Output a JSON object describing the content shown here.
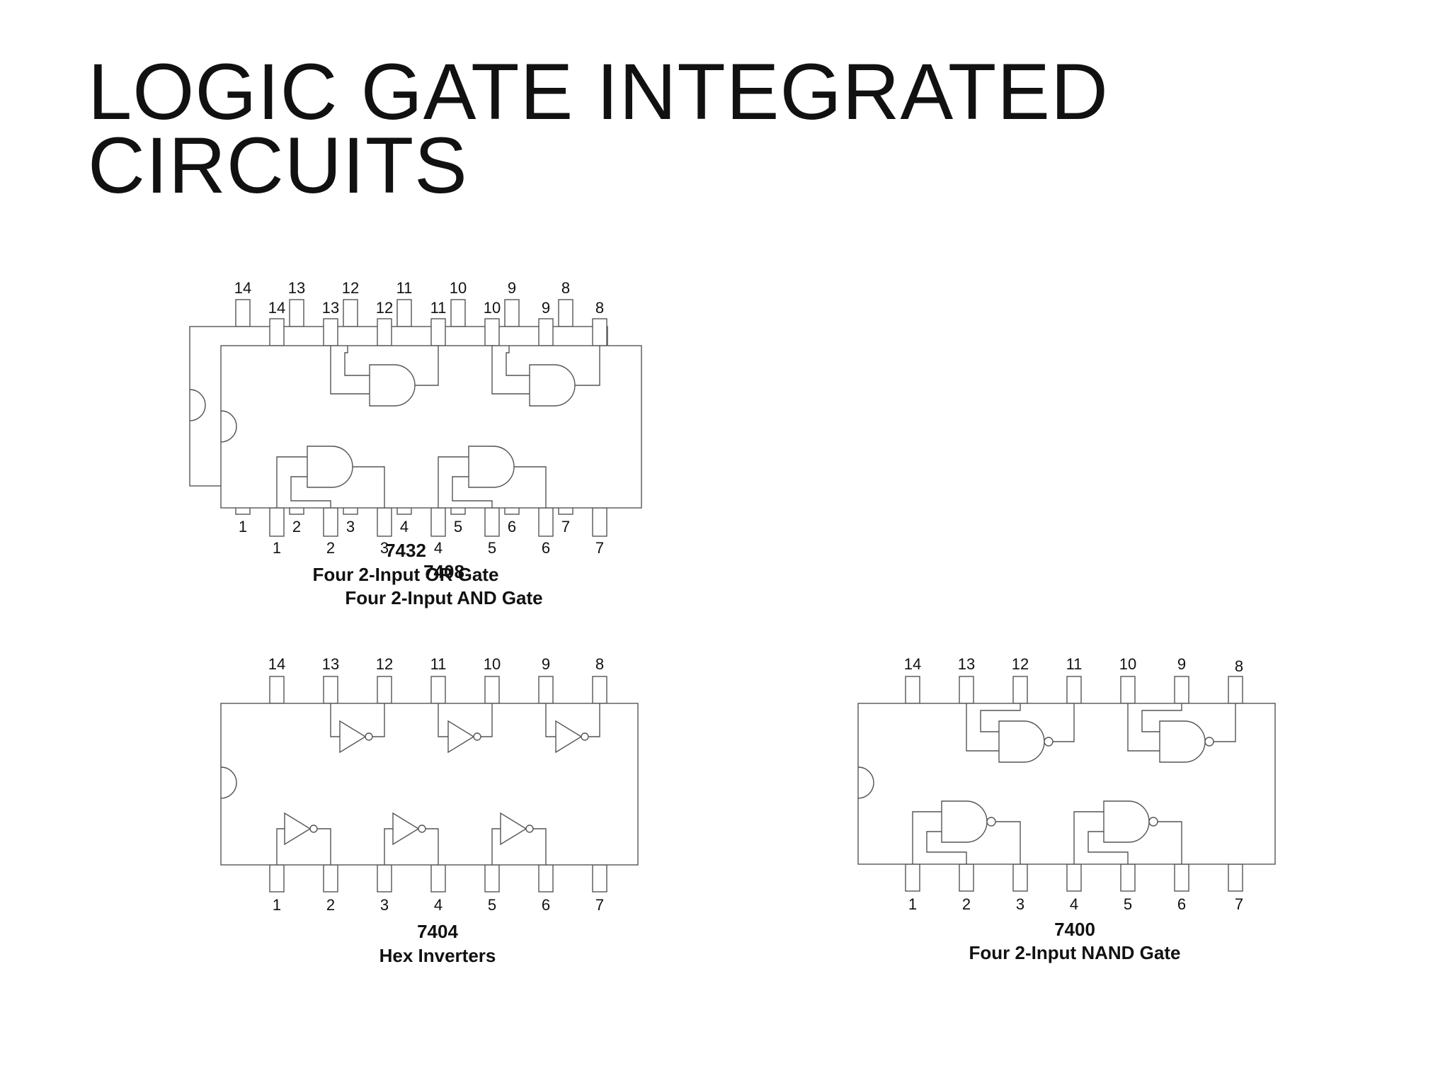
{
  "page": {
    "title_line1": "LOGIC GATE INTEGRATED",
    "title_line2": "CIRCUITS"
  },
  "colors": {
    "stroke": "#555555",
    "text": "#111111",
    "background": "#ffffff"
  },
  "pin_numbers": {
    "top": [
      "14",
      "13",
      "12",
      "11",
      "10",
      "9",
      "8"
    ],
    "bottom": [
      "1",
      "2",
      "3",
      "4",
      "5",
      "6",
      "7"
    ]
  },
  "chips": {
    "c7432": {
      "part": "7432",
      "description": "Four  2-Input OR Gate",
      "gate": "or",
      "gate_count": 4
    },
    "c7408": {
      "part": "7408",
      "description": "Four  2-Input AND Gate",
      "gate": "and",
      "gate_count": 4
    },
    "c7404": {
      "part": "7404",
      "description": "Hex Inverters",
      "gate": "not",
      "gate_count": 6
    },
    "c7400": {
      "part": "7400",
      "description": "Four  2-Input NAND Gate",
      "gate": "nand",
      "gate_count": 4
    }
  }
}
